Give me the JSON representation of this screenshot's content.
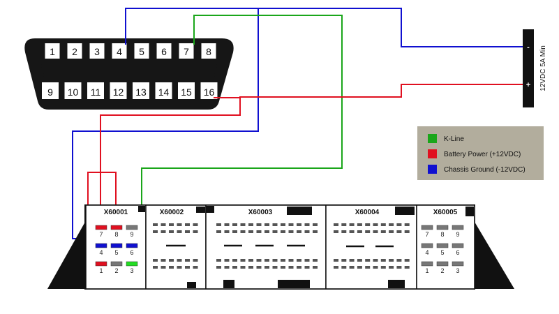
{
  "obd_connector": {
    "top_row_pins": [
      "1",
      "2",
      "3",
      "4",
      "5",
      "6",
      "7",
      "8"
    ],
    "bottom_row_pins": [
      "9",
      "10",
      "11",
      "12",
      "13",
      "14",
      "15",
      "16"
    ]
  },
  "power_supply": {
    "label": "12VDC 5A Min",
    "negative_label": "-",
    "positive_label": "+"
  },
  "legend": {
    "items": [
      {
        "label": "K-Line",
        "color": "#1aa61a"
      },
      {
        "label": "Battery Power (+12VDC)",
        "color": "#e01020"
      },
      {
        "label": "Chassis Ground (-12VDC)",
        "color": "#1010d0"
      }
    ]
  },
  "ecu_connectors": {
    "x60001": {
      "title": "X60001",
      "pin_labels": [
        "7",
        "8",
        "9",
        "4",
        "5",
        "6",
        "1",
        "2",
        "3"
      ],
      "pin_colors": [
        "#e01020",
        "#e01020",
        "#777777",
        "#1010d0",
        "#1010d0",
        "#1010d0",
        "#e01020",
        "#777777",
        "#22dd22"
      ]
    },
    "x60002": {
      "title": "X60002"
    },
    "x60003": {
      "title": "X60003"
    },
    "x60004": {
      "title": "X60004"
    },
    "x60005": {
      "title": "X60005",
      "pin_labels": [
        "7",
        "8",
        "9",
        "4",
        "5",
        "6",
        "1",
        "2",
        "3"
      ]
    }
  },
  "wire_colors": {
    "k_line": "#1aa61a",
    "battery": "#e01020",
    "ground": "#1010d0"
  }
}
